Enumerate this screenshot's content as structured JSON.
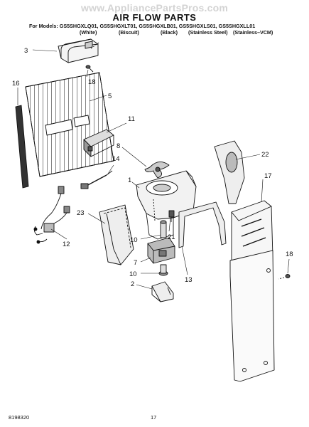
{
  "watermark": "www.AppliancePartsPros.com",
  "title": "AIR FLOW PARTS",
  "models_line": "For Models: GS5SHGXLQ01, GS5SHGXLT01, GS5SHGXLB01, GS5SHGXLS01, GS5SHGXLL01",
  "finishes": [
    "(White)",
    "(Biscuit)",
    "(Black)",
    "(Stainless Steel)",
    "(Stainless–VCM)"
  ],
  "callouts": {
    "c3": "3",
    "c18a": "18",
    "c16": "16",
    "c5": "5",
    "c11": "11",
    "c8": "8",
    "c14": "14",
    "c22": "22",
    "c17": "17",
    "c1": "1",
    "c23": "23",
    "c12": "12",
    "c10a": "10",
    "c21": "21",
    "c7": "7",
    "c10b": "10",
    "c2": "2",
    "c13": "13",
    "c18b": "18"
  },
  "footer": {
    "doc_number": "8198320",
    "page_number": "17"
  }
}
